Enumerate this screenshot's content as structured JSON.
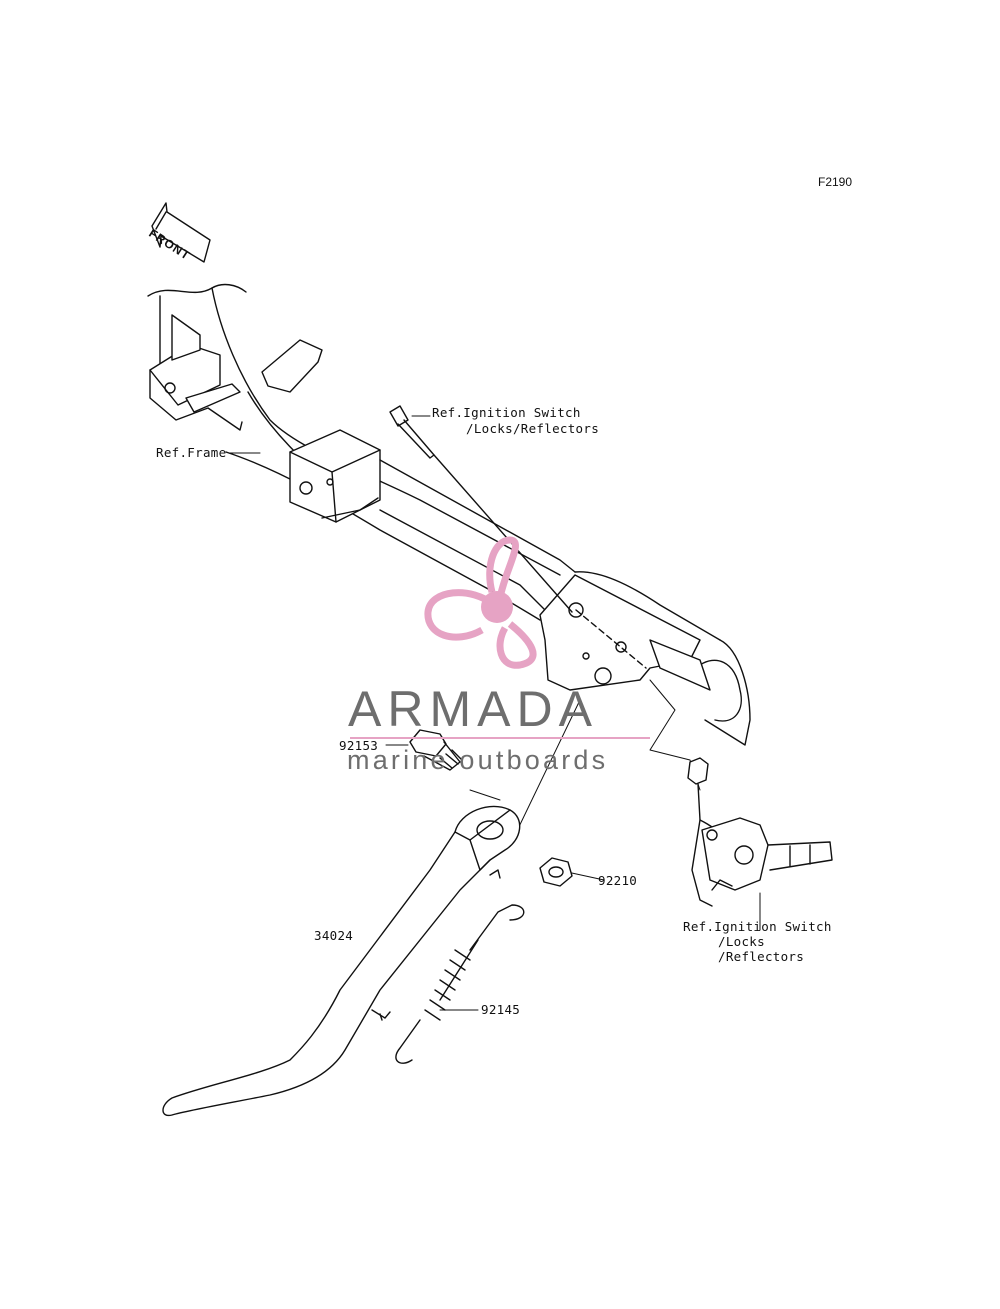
{
  "diagram": {
    "figure_code": "F2190",
    "front_arrow_label": "FRONT",
    "labels": {
      "ref_frame": "Ref.Frame",
      "ref_ignition_top_line1": "Ref.Ignition Switch",
      "ref_ignition_top_line2": "/Locks/Reflectors",
      "ref_ignition_right_line1": "Ref.Ignition Switch",
      "ref_ignition_right_line2": "/Locks",
      "ref_ignition_right_line3": "/Reflectors"
    },
    "parts": [
      {
        "number": "92153"
      },
      {
        "number": "92210"
      },
      {
        "number": "34024"
      },
      {
        "number": "92145"
      }
    ]
  },
  "watermark": {
    "title": "ARMADA",
    "subtitle": "marine outboards",
    "accent_color": "#e6a3c4",
    "text_color": "#6e6e6e"
  }
}
